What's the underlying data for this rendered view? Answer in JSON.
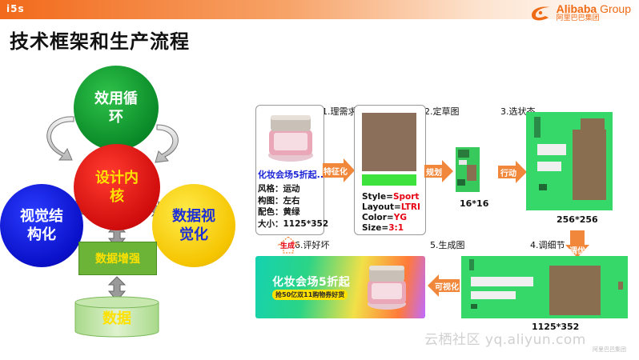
{
  "header": {
    "left_logo": "i5s",
    "brand_en_main": "Alibaba",
    "brand_en_group": "Group",
    "brand_cn": "阿里巴巴集团"
  },
  "title": "技术框架和生产流程",
  "cycle": {
    "green_line1": "效用循",
    "green_line2": "环",
    "red_line1": "设计内",
    "red_line2": "核",
    "blue_line1": "视觉结",
    "blue_line2": "构化",
    "yellow_line1": "数据视",
    "yellow_line2": "觉化",
    "enhance": "数据增强",
    "data": "数据"
  },
  "pipeline": {
    "step1": "1.理需求",
    "step2": "2.定草图",
    "step3": "3.选状态",
    "step4": "4.调细节",
    "step5": "5.生成图",
    "step6": "6.评好坏",
    "arrow_feature": "特征化",
    "arrow_plan": "规划",
    "arrow_action": "行动",
    "arrow_tune": "调优",
    "arrow_visual": "可视化",
    "arrow_generate": "生成",
    "card1": {
      "title": "化妆会场5折起...",
      "style_label": "风格：",
      "style_value": "运动",
      "layout_label": "构图：",
      "layout_value": "左右",
      "color_label": "配色：",
      "color_value": "黄绿",
      "size_label": "大小：",
      "size_value": "1125*352"
    },
    "card2": {
      "style_key": "Style=",
      "style_val": "Sport",
      "layout_key": "Layout=",
      "layout_val": "LTRI",
      "color_key": "Color=",
      "color_val": "YG",
      "size_key": "Size=",
      "size_val": "3:1"
    },
    "size16": "16*16",
    "size256": "256*256",
    "size1125": "1125*352",
    "banner_title": "化妆会场5折起",
    "banner_sub": "抢50亿双11购物券好货"
  },
  "watermark": "云栖社区 yq.aliyun.com",
  "watermark_logo": "阿里巴巴集团",
  "colors": {
    "orange": "#f26a1b",
    "green": "#0a8a28",
    "red": "#d10d0d",
    "blue": "#0a10c8",
    "yellow": "#f5c400",
    "arrow_orange": "#f0873a"
  }
}
